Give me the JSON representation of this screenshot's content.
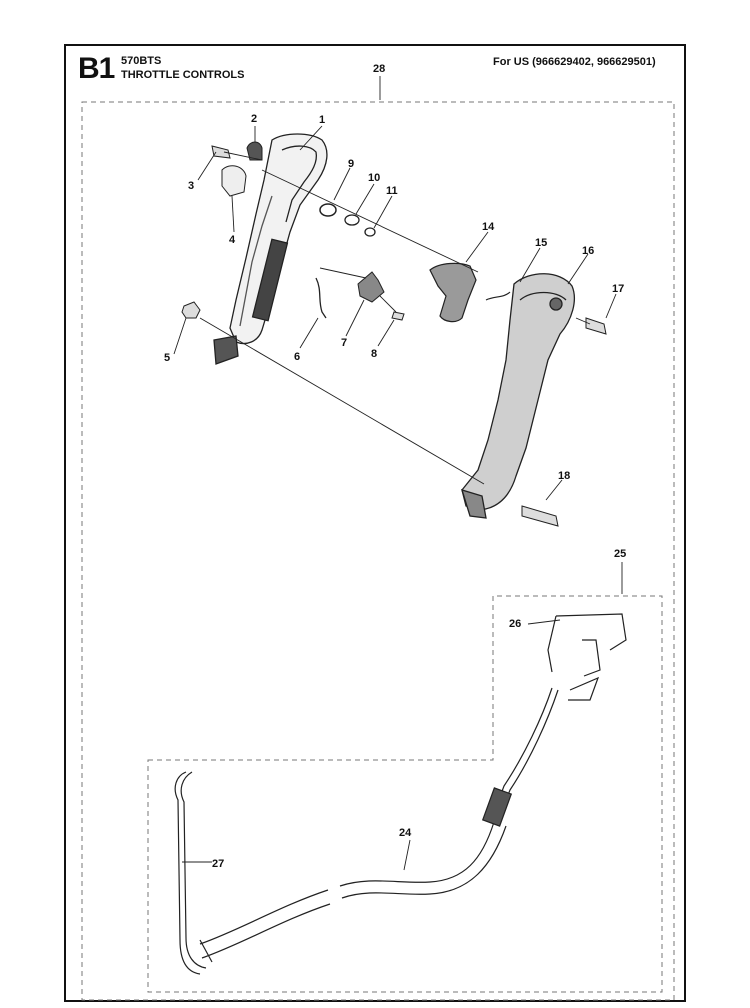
{
  "header": {
    "section_code": "B1",
    "model": "570BTS",
    "subtitle": "THROTTLE CONTROLS",
    "market": "For US (966629402, 966629501)"
  },
  "callouts": [
    {
      "id": "1",
      "label": "1"
    },
    {
      "id": "2",
      "label": "2"
    },
    {
      "id": "3",
      "label": "3"
    },
    {
      "id": "4",
      "label": "4"
    },
    {
      "id": "5",
      "label": "5"
    },
    {
      "id": "6",
      "label": "6"
    },
    {
      "id": "7",
      "label": "7"
    },
    {
      "id": "8",
      "label": "8"
    },
    {
      "id": "9",
      "label": "9"
    },
    {
      "id": "10",
      "label": "10"
    },
    {
      "id": "11",
      "label": "11"
    },
    {
      "id": "14",
      "label": "14"
    },
    {
      "id": "15",
      "label": "15"
    },
    {
      "id": "16",
      "label": "16"
    },
    {
      "id": "17",
      "label": "17"
    },
    {
      "id": "18",
      "label": "18"
    },
    {
      "id": "24",
      "label": "24"
    },
    {
      "id": "25",
      "label": "25"
    },
    {
      "id": "26",
      "label": "26"
    },
    {
      "id": "27",
      "label": "27"
    },
    {
      "id": "28",
      "label": "28"
    }
  ]
}
